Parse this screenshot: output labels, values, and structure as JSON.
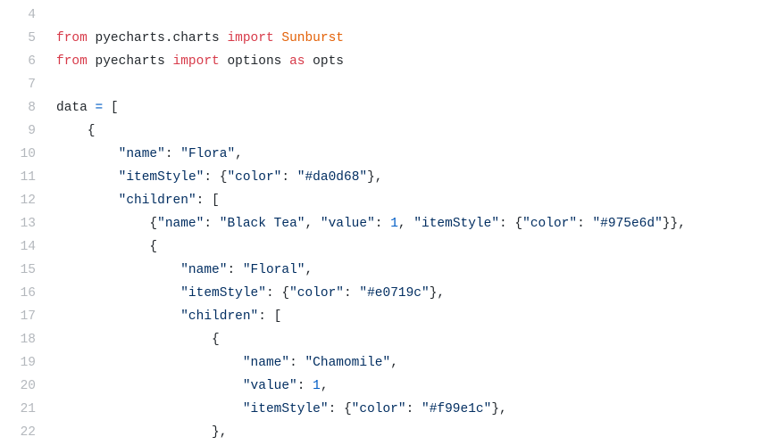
{
  "editor": {
    "language": "python",
    "colors": {
      "keyword": "#d73a49",
      "class_name": "#e36209",
      "operator": "#005cc5",
      "string": "#032f62",
      "number": "#005cc5",
      "plain": "#24292e",
      "line_number": "#b4b8bd",
      "background": "#ffffff"
    },
    "lines": [
      {
        "number": "4",
        "tokens": []
      },
      {
        "number": "5",
        "tokens": [
          {
            "t": "kw",
            "v": "from"
          },
          {
            "t": "plain",
            "v": " pyecharts.charts "
          },
          {
            "t": "kw",
            "v": "import"
          },
          {
            "t": "plain",
            "v": " "
          },
          {
            "t": "class",
            "v": "Sunburst"
          }
        ]
      },
      {
        "number": "6",
        "tokens": [
          {
            "t": "kw",
            "v": "from"
          },
          {
            "t": "plain",
            "v": " pyecharts "
          },
          {
            "t": "kw",
            "v": "import"
          },
          {
            "t": "plain",
            "v": " options "
          },
          {
            "t": "kw",
            "v": "as"
          },
          {
            "t": "plain",
            "v": " opts"
          }
        ]
      },
      {
        "number": "7",
        "tokens": []
      },
      {
        "number": "8",
        "tokens": [
          {
            "t": "plain",
            "v": "data "
          },
          {
            "t": "op",
            "v": "="
          },
          {
            "t": "plain",
            "v": " ["
          }
        ]
      },
      {
        "number": "9",
        "tokens": [
          {
            "t": "plain",
            "v": "    {"
          }
        ]
      },
      {
        "number": "10",
        "tokens": [
          {
            "t": "plain",
            "v": "        "
          },
          {
            "t": "str",
            "v": "\"name\""
          },
          {
            "t": "plain",
            "v": ": "
          },
          {
            "t": "str",
            "v": "\"Flora\""
          },
          {
            "t": "plain",
            "v": ","
          }
        ]
      },
      {
        "number": "11",
        "tokens": [
          {
            "t": "plain",
            "v": "        "
          },
          {
            "t": "str",
            "v": "\"itemStyle\""
          },
          {
            "t": "plain",
            "v": ": {"
          },
          {
            "t": "str",
            "v": "\"color\""
          },
          {
            "t": "plain",
            "v": ": "
          },
          {
            "t": "str",
            "v": "\"#da0d68\""
          },
          {
            "t": "plain",
            "v": "},"
          }
        ]
      },
      {
        "number": "12",
        "tokens": [
          {
            "t": "plain",
            "v": "        "
          },
          {
            "t": "str",
            "v": "\"children\""
          },
          {
            "t": "plain",
            "v": ": ["
          }
        ]
      },
      {
        "number": "13",
        "tokens": [
          {
            "t": "plain",
            "v": "            {"
          },
          {
            "t": "str",
            "v": "\"name\""
          },
          {
            "t": "plain",
            "v": ": "
          },
          {
            "t": "str",
            "v": "\"Black Tea\""
          },
          {
            "t": "plain",
            "v": ", "
          },
          {
            "t": "str",
            "v": "\"value\""
          },
          {
            "t": "plain",
            "v": ": "
          },
          {
            "t": "num",
            "v": "1"
          },
          {
            "t": "plain",
            "v": ", "
          },
          {
            "t": "str",
            "v": "\"itemStyle\""
          },
          {
            "t": "plain",
            "v": ": {"
          },
          {
            "t": "str",
            "v": "\"color\""
          },
          {
            "t": "plain",
            "v": ": "
          },
          {
            "t": "str",
            "v": "\"#975e6d\""
          },
          {
            "t": "plain",
            "v": "}},"
          }
        ]
      },
      {
        "number": "14",
        "tokens": [
          {
            "t": "plain",
            "v": "            {"
          }
        ]
      },
      {
        "number": "15",
        "tokens": [
          {
            "t": "plain",
            "v": "                "
          },
          {
            "t": "str",
            "v": "\"name\""
          },
          {
            "t": "plain",
            "v": ": "
          },
          {
            "t": "str",
            "v": "\"Floral\""
          },
          {
            "t": "plain",
            "v": ","
          }
        ]
      },
      {
        "number": "16",
        "tokens": [
          {
            "t": "plain",
            "v": "                "
          },
          {
            "t": "str",
            "v": "\"itemStyle\""
          },
          {
            "t": "plain",
            "v": ": {"
          },
          {
            "t": "str",
            "v": "\"color\""
          },
          {
            "t": "plain",
            "v": ": "
          },
          {
            "t": "str",
            "v": "\"#e0719c\""
          },
          {
            "t": "plain",
            "v": "},"
          }
        ]
      },
      {
        "number": "17",
        "tokens": [
          {
            "t": "plain",
            "v": "                "
          },
          {
            "t": "str",
            "v": "\"children\""
          },
          {
            "t": "plain",
            "v": ": ["
          }
        ]
      },
      {
        "number": "18",
        "tokens": [
          {
            "t": "plain",
            "v": "                    {"
          }
        ]
      },
      {
        "number": "19",
        "tokens": [
          {
            "t": "plain",
            "v": "                        "
          },
          {
            "t": "str",
            "v": "\"name\""
          },
          {
            "t": "plain",
            "v": ": "
          },
          {
            "t": "str",
            "v": "\"Chamomile\""
          },
          {
            "t": "plain",
            "v": ","
          }
        ]
      },
      {
        "number": "20",
        "tokens": [
          {
            "t": "plain",
            "v": "                        "
          },
          {
            "t": "str",
            "v": "\"value\""
          },
          {
            "t": "plain",
            "v": ": "
          },
          {
            "t": "num",
            "v": "1"
          },
          {
            "t": "plain",
            "v": ","
          }
        ]
      },
      {
        "number": "21",
        "tokens": [
          {
            "t": "plain",
            "v": "                        "
          },
          {
            "t": "str",
            "v": "\"itemStyle\""
          },
          {
            "t": "plain",
            "v": ": {"
          },
          {
            "t": "str",
            "v": "\"color\""
          },
          {
            "t": "plain",
            "v": ": "
          },
          {
            "t": "str",
            "v": "\"#f99e1c\""
          },
          {
            "t": "plain",
            "v": "},"
          }
        ]
      },
      {
        "number": "22",
        "tokens": [
          {
            "t": "plain",
            "v": "                    },"
          }
        ]
      }
    ]
  }
}
